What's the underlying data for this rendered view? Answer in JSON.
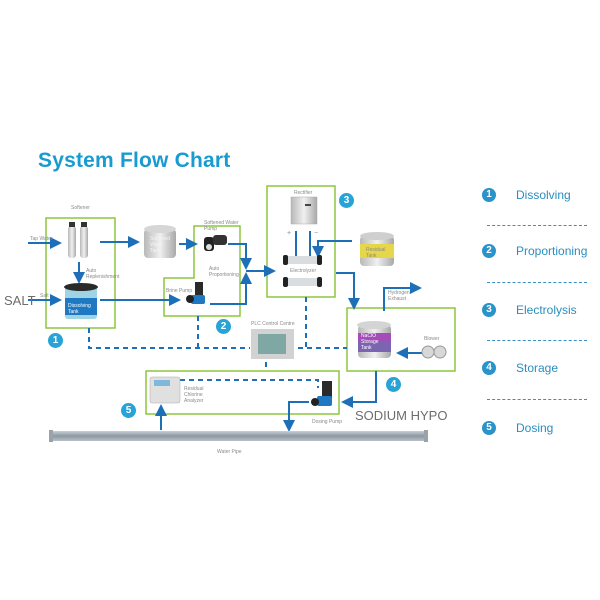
{
  "title": "System Flow Chart",
  "colors": {
    "accent": "#1a9bd0",
    "flow": "#1d6fb8",
    "box": "#8dc63f"
  },
  "labels": {
    "softener": "Softener",
    "tap_water": "Tap Water",
    "auto_replenishment": "Auto Replenishment",
    "salt_small": "Salt",
    "salt": "SALT",
    "dissolving_tank": "Dissolving Tank",
    "softened_water_tank": "Softened Water Tank",
    "softened_water_pump": "Softened Water Pump",
    "auto_proportioning": "Auto Proportioning",
    "brine_pump": "Brine Pump",
    "rectifier": "Rectifier",
    "electrolyzer": "Electrolyzer",
    "plus": "+",
    "minus": "−",
    "residual_tank": "Residual Tank",
    "hydrogen_exhaust": "Hydrogen Exhaust",
    "naclo_storage_tank": "NaClO Storage Tank",
    "blower": "Blower",
    "plc_control_centre": "PLC Control Centre",
    "residual_chlorine_analyzer": "Residual Chlorine Analyzer",
    "dosing_pump": "Dosing Pump",
    "sodium_hypo": "SODIUM HYPO",
    "water_pipe": "Water Pipe"
  },
  "badges": [
    "1",
    "2",
    "3",
    "4",
    "5"
  ],
  "legend": [
    {
      "num": "1",
      "label": "Dissolving"
    },
    {
      "num": "2",
      "label": "Proportioning"
    },
    {
      "num": "3",
      "label": "Electrolysis"
    },
    {
      "num": "4",
      "label": "Storage"
    },
    {
      "num": "5",
      "label": "Dosing"
    }
  ]
}
